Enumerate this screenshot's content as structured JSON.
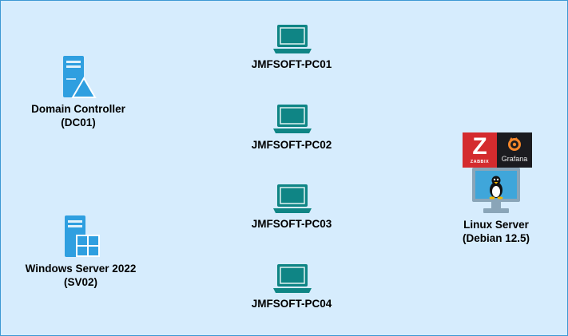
{
  "diagram": {
    "nodes": {
      "dc": {
        "line1": "Domain Controller",
        "line2": "(DC01)",
        "icon": "server-icon"
      },
      "ws": {
        "line1": "Windows Server 2022",
        "line2": "(SV02)",
        "icon": "windows-server-icon"
      },
      "pc01": {
        "label": "JMFSOFT-PC01",
        "icon": "laptop-icon"
      },
      "pc02": {
        "label": "JMFSOFT-PC02",
        "icon": "laptop-icon"
      },
      "pc03": {
        "label": "JMFSOFT-PC03",
        "icon": "laptop-icon"
      },
      "pc04": {
        "label": "JMFSOFT-PC04",
        "icon": "laptop-icon"
      },
      "linux": {
        "line1": "Linux Server",
        "line2": "(Debian 12.5)",
        "icon": "linux-monitor-icon",
        "zabbix_letter": "Z",
        "zabbix_text": "ZABBIX",
        "grafana_text": "Grafana"
      }
    },
    "colors": {
      "background": "#d6ecfd",
      "border": "#3d98d4",
      "laptop": "#0f8585",
      "server": "#2f9fe0",
      "zabbix": "#d42b2e",
      "grafana_bg": "#1b1b1f",
      "grafana_accent": "#f4862a"
    }
  }
}
